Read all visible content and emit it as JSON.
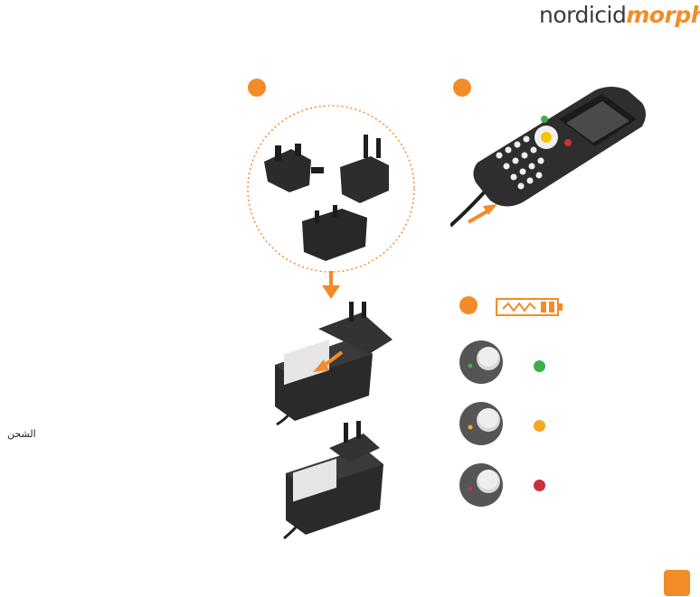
{
  "brand": {
    "part1": "nordicid",
    "part2": "morphic"
  },
  "side_label": "الشحن",
  "colors": {
    "accent": "#f28c28",
    "led_green": "#3fae49",
    "led_orange": "#f5a623",
    "led_red": "#c8313d"
  },
  "leds": [
    "green",
    "orange",
    "red"
  ]
}
